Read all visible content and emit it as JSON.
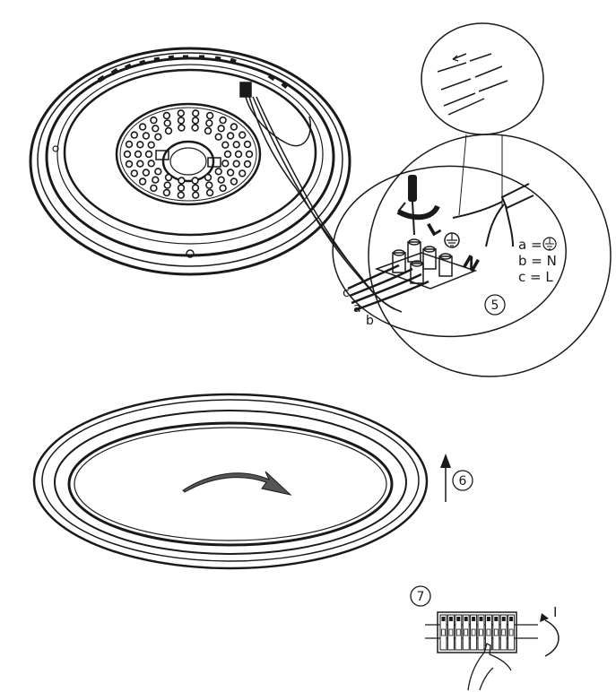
{
  "steps": {
    "five": "5",
    "six": "6",
    "seven": "7"
  },
  "wires": {
    "a": "a",
    "b": "b",
    "c": "c"
  },
  "terminal_marks": {
    "live": "L",
    "neutral": "N"
  },
  "legend": {
    "a_key": "a",
    "a_symbol": "earth-symbol",
    "b": "b = N",
    "c": "c = L"
  },
  "switch_state": "I",
  "icons": [
    "screwdriver-icon",
    "rotate-arrow-icon",
    "earth-symbol-icon",
    "up-arrow-icon",
    "curved-arrow-icon",
    "hand-icon"
  ]
}
